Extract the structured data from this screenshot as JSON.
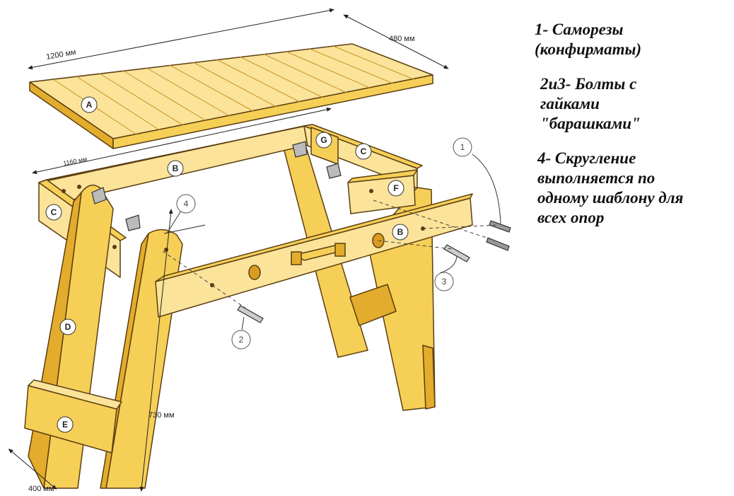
{
  "colors": {
    "wood_light": "#fbe39a",
    "wood_mid": "#f6cf57",
    "wood_dark": "#e3ac2c",
    "outline": "#5a3e10",
    "background": "#ffffff"
  },
  "dimensions": {
    "top_length": "1200 мм",
    "top_width": "480 мм",
    "frame_length": "1160 мм",
    "leg_height": "730 мм",
    "leg_spread": "400 мм"
  },
  "parts": {
    "a": "A",
    "b": "B",
    "b2": "B",
    "c": "C",
    "c2": "C",
    "d": "D",
    "e": "E",
    "f": "F",
    "g": "G"
  },
  "callouts": {
    "one": "1",
    "two": "2",
    "three": "3",
    "four": "4"
  },
  "notes": [
    "1- Саморезы\n(конфирматы)",
    "2и3- Болты с\nгайками\n\"барашками\"",
    "4- Скругление\nвыполняется по\nодному шаблону для\nвсех опор"
  ]
}
